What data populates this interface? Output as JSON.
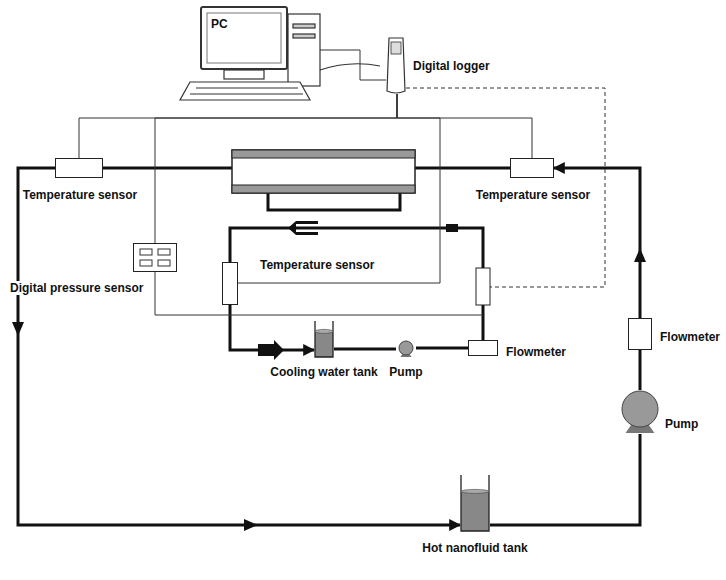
{
  "diagram": {
    "nodes": [
      {
        "text": [
          "PC"
        ]
      },
      {
        "text": [
          "Digital logger"
        ]
      },
      {
        "text": [
          "Temperature sensor"
        ]
      },
      {
        "text": [
          "Temperature sensor"
        ]
      },
      {
        "text": [
          "Temperature sensor"
        ]
      },
      {
        "text": [
          "Digital pressure sensor"
        ]
      },
      {
        "text": [
          "Cooling water tank"
        ]
      },
      {
        "text": [
          "Pump"
        ]
      },
      {
        "text": [
          "Flowmeter"
        ]
      },
      {
        "text": [
          "Flowmeter"
        ]
      },
      {
        "text": [
          "Pump"
        ]
      },
      {
        "text": [
          "Hot nanofluid tank"
        ]
      }
    ],
    "edges": [
      {
        "from": 0,
        "to": 1,
        "arrow": "none"
      },
      {
        "from": 1,
        "to": 2,
        "arrow": "none"
      },
      {
        "from": 1,
        "to": 3,
        "arrow": "none"
      },
      {
        "from": 1,
        "to": 4,
        "arrow": "none"
      },
      {
        "from": 1,
        "to": 5,
        "arrow": "none"
      },
      {
        "from": 2,
        "to": 11,
        "arrow": "to"
      },
      {
        "from": 11,
        "to": 10,
        "arrow": "none"
      },
      {
        "from": 10,
        "to": 9,
        "arrow": "none"
      },
      {
        "from": 9,
        "to": 3,
        "arrow": "to"
      },
      {
        "from": 4,
        "to": 6,
        "arrow": "to"
      },
      {
        "from": 6,
        "to": 7,
        "arrow": "none"
      },
      {
        "from": 7,
        "to": 8,
        "arrow": "none"
      }
    ]
  }
}
